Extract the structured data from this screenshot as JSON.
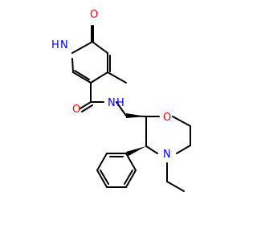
{
  "molecule": {
    "bond_color": "#000000",
    "heteroatom_color": "#ff0000",
    "nitrogen_color": "#0000ff",
    "atom_labels": {
      "pyridone_o": "O",
      "pyridone_nh": "H",
      "pyridone_n": "N",
      "amide_o": "O",
      "amide_n": "N",
      "amide_h": "H",
      "morpholine_o": "O",
      "morpholine_n": "N"
    }
  }
}
